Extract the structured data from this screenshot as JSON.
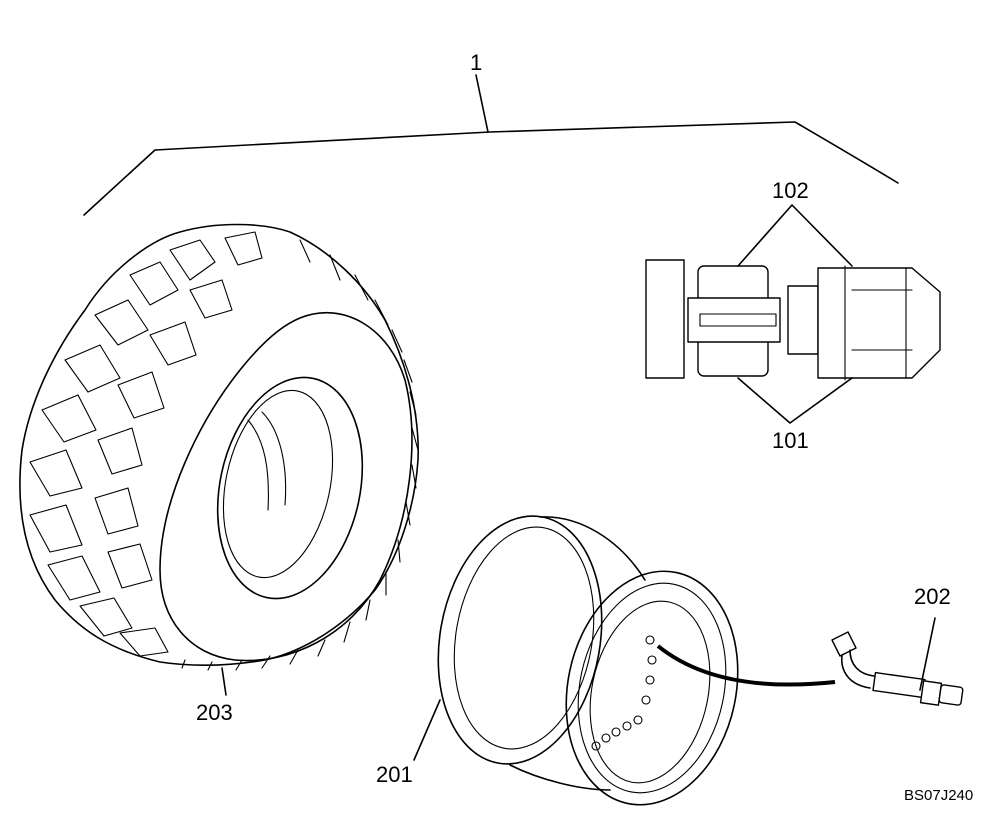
{
  "labels": {
    "assembly": "1",
    "outer_half": "102",
    "inner_half": "101",
    "tire": "203",
    "rim": "201",
    "valve": "202"
  },
  "drawing_ref": "BS07J240"
}
